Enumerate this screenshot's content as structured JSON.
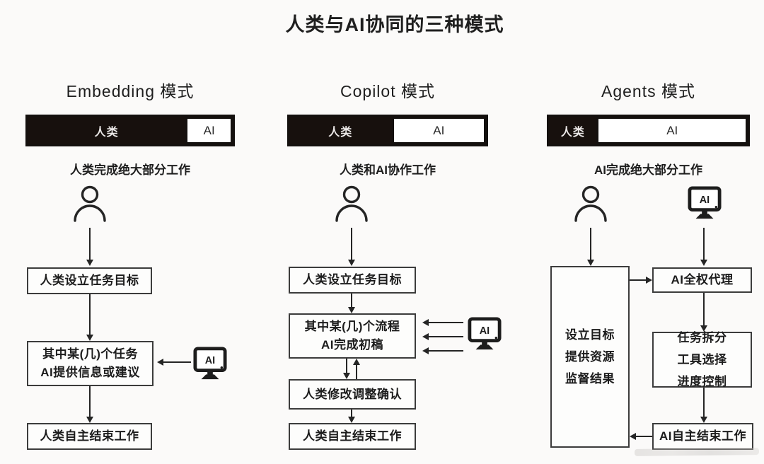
{
  "title": "人类与AI协同的三种模式",
  "colors": {
    "ink": "#1f1f1f",
    "bar_fill": "#17100d",
    "bar_text_light": "#ece9e8",
    "box_border": "#3c3c3c",
    "background": "#fbfaf9"
  },
  "icons": {
    "human": "person-icon",
    "ai": "ai-computer-icon"
  },
  "columns": [
    {
      "header": "Embedding 模式",
      "bar": {
        "human_label": "人类",
        "ai_label": "AI",
        "human_pct": 77,
        "ai_pct": 23
      },
      "caption": "人类完成绝大部分工作",
      "ai_icon_label": "AI",
      "flow": {
        "box1": "人类设立任务目标",
        "box2_line1": "其中某(几)个任务",
        "box2_line2": "AI提供信息或建议",
        "box3": "人类自主结束工作"
      }
    },
    {
      "header": "Copilot 模式",
      "bar": {
        "human_label": "人类",
        "ai_label": "AI",
        "human_pct": 52,
        "ai_pct": 48
      },
      "caption": "人类和AI协作工作",
      "ai_icon_label": "AI",
      "flow": {
        "box1": "人类设立任务目标",
        "box2_line1": "其中某(几)个流程",
        "box2_line2": "AI完成初稿",
        "box3": "人类修改调整确认",
        "box4": "人类自主结束工作"
      }
    },
    {
      "header": "Agents 模式",
      "bar": {
        "human_label": "人类",
        "ai_label": "AI",
        "human_pct": 24,
        "ai_pct": 76
      },
      "caption": "AI完成绝大部分工作",
      "ai_icon_label": "AI",
      "flow": {
        "tall_box_line1": "设立目标",
        "tall_box_line2": "提供资源",
        "tall_box_line3": "监督结果",
        "box_agent": "AI全权代理",
        "tasks_line1": "任务拆分",
        "tasks_line2": "工具选择",
        "tasks_line3": "进度控制",
        "box_end": "AI自主结束工作"
      }
    }
  ]
}
